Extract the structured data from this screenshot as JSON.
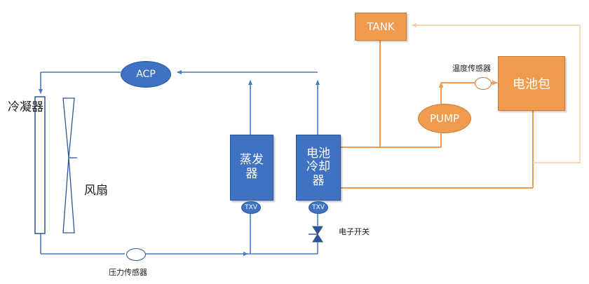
{
  "labels": {
    "condenser": "冷凝器",
    "fan": "风扇",
    "acp": "ACP",
    "evaporator": "蒸发器",
    "battery_chiller": "电池冷却器",
    "txv": "TXV",
    "pressure_sensor": "压力传感器",
    "electronic_switch": "电子开关",
    "tank": "TANK",
    "pump": "PUMP",
    "temperature_sensor": "温度传感器",
    "battery_pack": "电池包"
  },
  "colors": {
    "refrigerant_line": "#3f72c2",
    "coolant_line": "#f09c4f",
    "coolant_return_line": "#f6c89a"
  }
}
